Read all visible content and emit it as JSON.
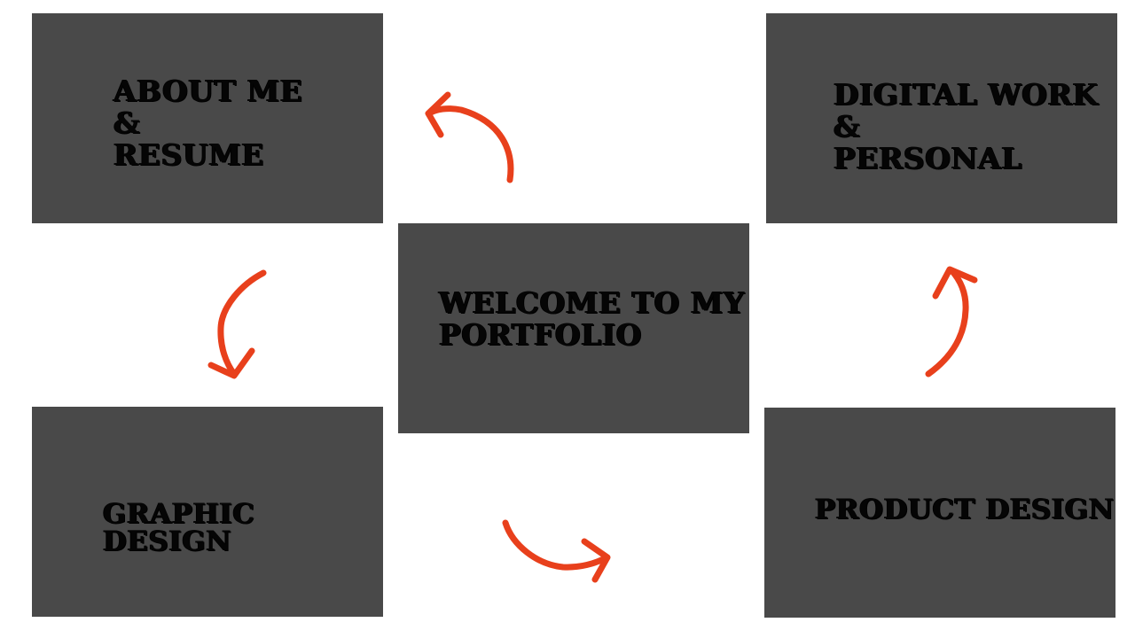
{
  "colors": {
    "background": "#ffffff",
    "panel": "#494949",
    "text": "#050505",
    "arrow": "#e8401c"
  },
  "panels": {
    "about": {
      "label": "ABOUT ME\n&\nRESUME"
    },
    "digital": {
      "label": "DIGITAL WORK\n&\nPERSONAL"
    },
    "welcome": {
      "label": "WELCOME TO MY\nPORTFOLIO"
    },
    "graphic": {
      "label": "GRAPHIC DESIGN"
    },
    "product": {
      "label": "PRODUCT DESIGN"
    }
  },
  "arrows": [
    {
      "name": "arrow-welcome-to-about",
      "direction": "up-left"
    },
    {
      "name": "arrow-about-to-graphic",
      "direction": "down"
    },
    {
      "name": "arrow-graphic-to-product",
      "direction": "right"
    },
    {
      "name": "arrow-product-to-digital",
      "direction": "up"
    }
  ]
}
